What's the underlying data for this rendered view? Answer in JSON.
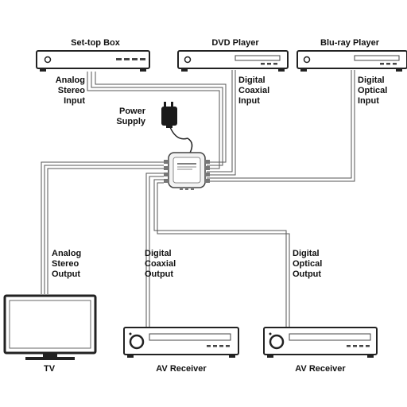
{
  "devices": {
    "settop_box": {
      "label": "Set-top Box"
    },
    "dvd_player": {
      "label": "DVD Player"
    },
    "bluray_player": {
      "label": "Blu-ray Player"
    },
    "tv": {
      "label": "TV"
    },
    "av_receiver_1": {
      "label": "AV Receiver"
    },
    "av_receiver_2": {
      "label": "AV Receiver"
    }
  },
  "connections": {
    "analog_stereo_input": [
      "Analog",
      "Stereo",
      "Input"
    ],
    "digital_coaxial_input": [
      "Digital",
      "Coaxial",
      "Input"
    ],
    "digital_optical_input": [
      "Digital",
      "Optical",
      "Input"
    ],
    "power_supply": [
      "Power",
      "Supply"
    ],
    "analog_stereo_output": [
      "Analog",
      "Stereo",
      "Output"
    ],
    "digital_coaxial_output": [
      "Digital",
      "Coaxial",
      "Output"
    ],
    "digital_optical_output": [
      "Digital",
      "Optical",
      "Output"
    ]
  }
}
